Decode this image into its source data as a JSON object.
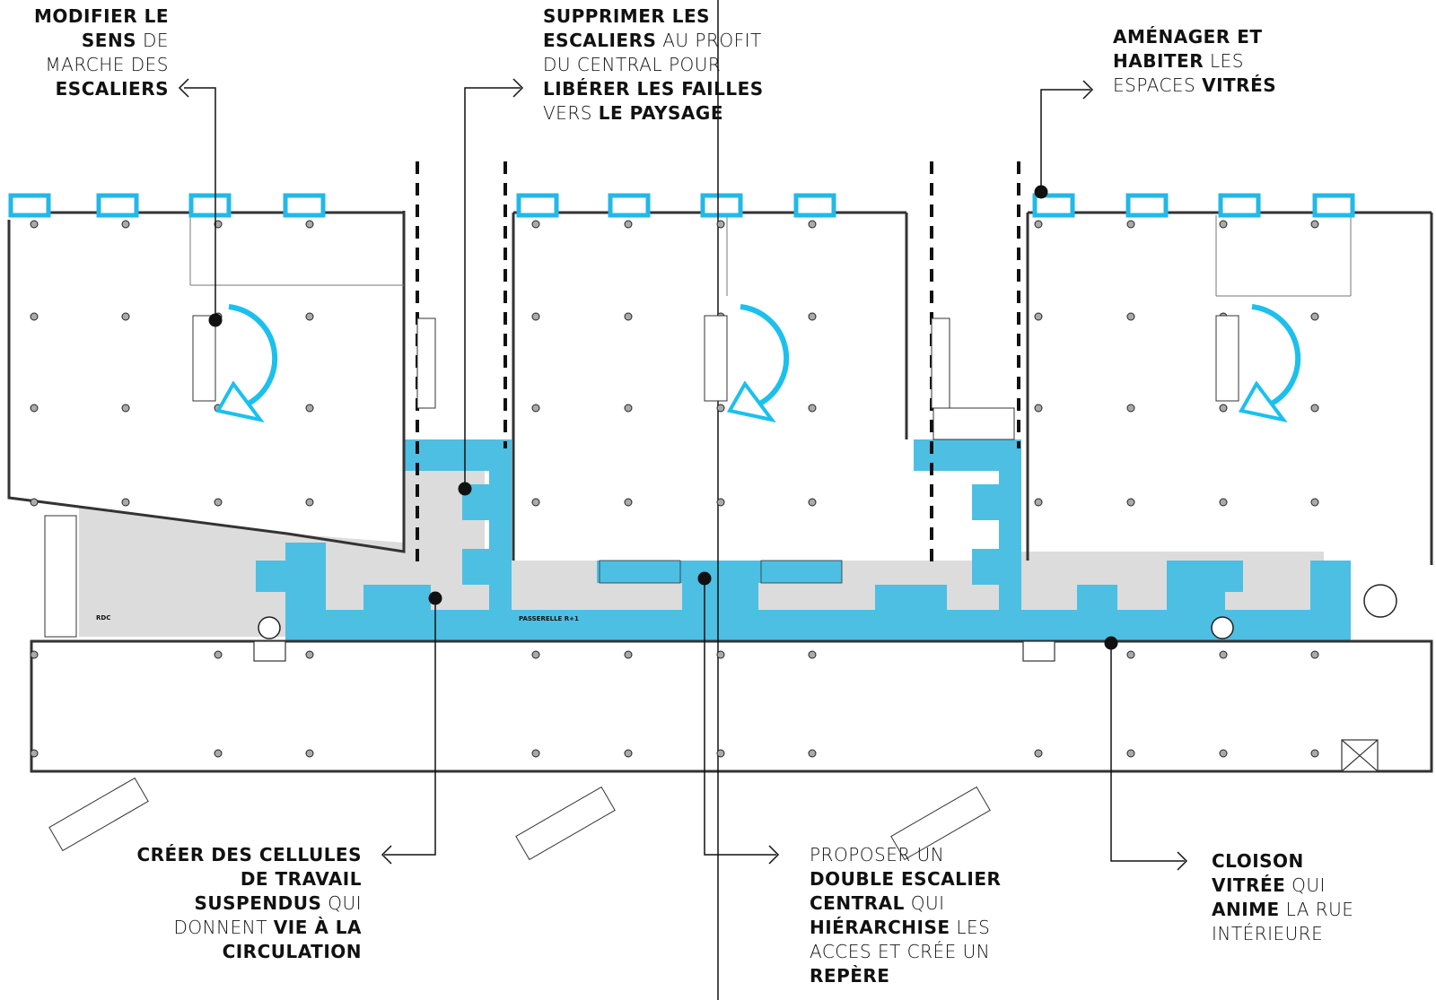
{
  "annotations": {
    "a1": {
      "lines": [
        [
          {
            "t": "MODIFIER LE",
            "b": true
          }
        ],
        [
          {
            "t": "SENS",
            "b": true
          },
          {
            "t": " DE",
            "b": false
          }
        ],
        [
          {
            "t": "MARCHE DES",
            "b": false
          }
        ],
        [
          {
            "t": "ESCALIERS",
            "b": true
          }
        ]
      ]
    },
    "a2": {
      "lines": [
        [
          {
            "t": "SUPPRIMER LES",
            "b": true
          }
        ],
        [
          {
            "t": "ESCALIERS",
            "b": true
          },
          {
            "t": " AU PROFIT",
            "b": false
          }
        ],
        [
          {
            "t": "DU CENTRAL POUR",
            "b": false
          }
        ],
        [
          {
            "t": "LIBÉRER LES FAILLES",
            "b": true
          }
        ],
        [
          {
            "t": "VERS ",
            "b": false
          },
          {
            "t": "LE PAYSAGE",
            "b": true
          }
        ]
      ]
    },
    "a3": {
      "lines": [
        [
          {
            "t": "AMÉNAGER ET",
            "b": true
          }
        ],
        [
          {
            "t": "HABITER",
            "b": true
          },
          {
            "t": " LES",
            "b": false
          }
        ],
        [
          {
            "t": "ESPACES ",
            "b": false
          },
          {
            "t": "VITRÉS",
            "b": true
          }
        ]
      ]
    },
    "a4": {
      "lines": [
        [
          {
            "t": "CRÉER DES CELLULES",
            "b": true
          }
        ],
        [
          {
            "t": "DE TRAVAIL",
            "b": true
          }
        ],
        [
          {
            "t": "SUSPENDUS",
            "b": true
          },
          {
            "t": " QUI",
            "b": false
          }
        ],
        [
          {
            "t": "DONNENT ",
            "b": false
          },
          {
            "t": "VIE À LA",
            "b": true
          }
        ],
        [
          {
            "t": "CIRCULATION",
            "b": true
          }
        ]
      ]
    },
    "a5": {
      "lines": [
        [
          {
            "t": "PROPOSER UN",
            "b": false
          }
        ],
        [
          {
            "t": "DOUBLE ESCALIER",
            "b": true
          }
        ],
        [
          {
            "t": "CENTRAL",
            "b": true
          },
          {
            "t": " QUI",
            "b": false
          }
        ],
        [
          {
            "t": "HIÉRARCHISE",
            "b": true
          },
          {
            "t": " LES",
            "b": false
          }
        ],
        [
          {
            "t": "ACCES ET CRÉE UN",
            "b": false
          }
        ],
        [
          {
            "t": "REPÈRE",
            "b": true
          }
        ]
      ]
    },
    "a6": {
      "lines": [
        [
          {
            "t": "CLOISON",
            "b": true
          }
        ],
        [
          {
            "t": "VITRÉE",
            "b": true
          },
          {
            "t": " QUI",
            "b": false
          }
        ],
        [
          {
            "t": "ANIME",
            "b": true
          },
          {
            "t": " LA RUE",
            "b": false
          }
        ],
        [
          {
            "t": "INTÉRIEURE",
            "b": false
          }
        ]
      ]
    }
  },
  "plan_labels": {
    "rdc": "RDC",
    "passerelle": "PASSERELLE R+1"
  },
  "colors": {
    "accent": "#4dbfe3",
    "arrow": "#1cc0ec",
    "floor": "#dcdcdc",
    "wall": "#333333"
  }
}
